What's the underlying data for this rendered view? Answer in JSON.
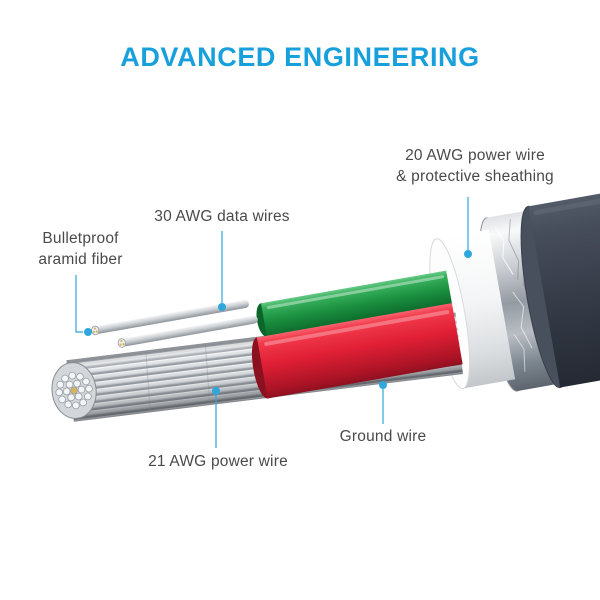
{
  "title": "ADVANCED ENGINEERING",
  "labels": {
    "power20": "20 AWG power wire\n& protective sheathing",
    "data30": "30 AWG data wires",
    "aramid": "Bulletproof\naramid fiber",
    "ground": "Ground wire",
    "power21": "21 AWG power wire"
  },
  "colors": {
    "title_blue": "#18A0DC",
    "label_text": "#4A4A4A",
    "leader": "#2FA7DC",
    "jacket": "#353C48",
    "shield_silver": "#C6CACF",
    "inner_sheath": "#F2F3F4",
    "wire_green": "#1F9C45",
    "wire_red": "#E01F35",
    "braid_silver": "#C9CCD1",
    "aramid_gold": "#D9B45B"
  }
}
